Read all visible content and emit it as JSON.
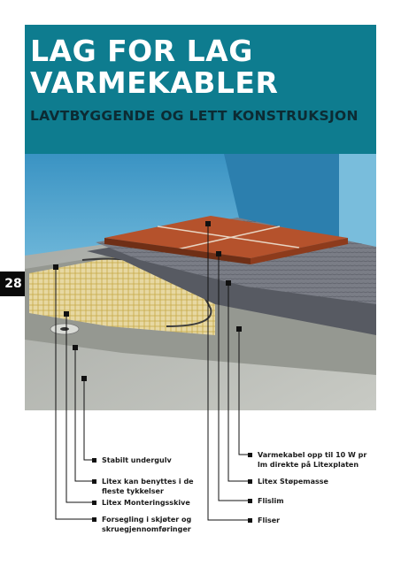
{
  "header": {
    "title_line1": "LAG FOR LAG",
    "title_line2": "VARMEKABLER",
    "subtitle": "LAVTBYGGENDE OG LETT KONSTRUKSJON"
  },
  "page_number": "28",
  "colors": {
    "banner": "#0e7c8f",
    "wall": "#2f8fbf",
    "tiles": "#b5522c"
  },
  "callouts_left": [
    {
      "label": "Stabilt undergulv"
    },
    {
      "label": "Litex kan benyttes i de fleste tykkelser"
    },
    {
      "label": "Litex Monteringsskive"
    },
    {
      "label": "Forsegling i skjøter og skruegjennomføringer"
    }
  ],
  "callouts_right": [
    {
      "label": "Varmekabel opp til 10 W pr lm direkte på Litexplaten"
    },
    {
      "label": "Litex Støpemasse"
    },
    {
      "label": "Flislim"
    },
    {
      "label": "Fliser"
    }
  ]
}
